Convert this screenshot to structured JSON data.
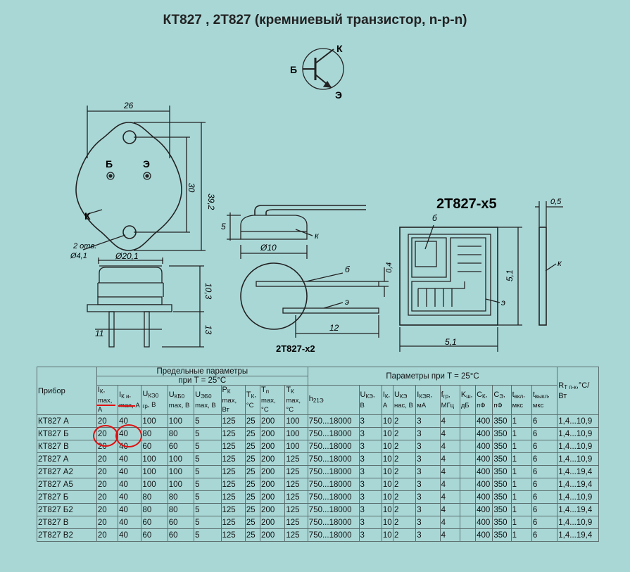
{
  "page": {
    "title": "КТ827 , 2Т827 (кремниевый транзистор, n-p-n)"
  },
  "drawing": {
    "pins": {
      "base": "Б",
      "collector": "К",
      "emitter": "Э"
    },
    "case_labels": {
      "width_top": "26",
      "height_total": "39,2",
      "height_inner": "30",
      "collector": "К",
      "holes_note_1": "2 отв.",
      "holes_note_2": "Ø4,1",
      "diam": "Ø20,1",
      "height_side": "10,3",
      "pin_len": "13",
      "pin_space": "11"
    },
    "mini_labels": {
      "height": "5",
      "diam": "Ø10",
      "k": "к",
      "b": "б",
      "e": "э",
      "len": "12",
      "thk": "0,4",
      "name": "2Т827-х2"
    },
    "chip_labels": {
      "name": "2Т827-х5",
      "b": "б",
      "e": "э",
      "k": "к",
      "width": "5,1",
      "height": "5,1",
      "thk": "0,5"
    }
  },
  "table": {
    "col_device": "Прибор",
    "group_limits": "Предельные параметры",
    "group_limits_sub": "при T = 25°C",
    "group_params": "Параметры при T = 25°C",
    "rth_main": "R",
    "rth_sub": "Т п-к",
    "rth_unit": ",°C/Вт",
    "headers": [
      {
        "m": "I",
        "s": "К",
        "u": ", max, А"
      },
      {
        "m": "I",
        "s": "К и",
        "u": ", max, А"
      },
      {
        "m": "U",
        "s": "КЭ0 гр",
        "u": ", В"
      },
      {
        "m": "U",
        "s": "КБ0",
        "u": " max, В"
      },
      {
        "m": "U",
        "s": "ЭБ0",
        "u": " max, В"
      },
      {
        "m": "P",
        "s": "К",
        "u": " max, Вт"
      },
      {
        "m": "T",
        "s": "К",
        "u": ", °С"
      },
      {
        "m": "T",
        "s": "п",
        "u": " max, °С"
      },
      {
        "m": "T",
        "s": "К",
        "u": " max, °С"
      },
      {
        "m": "h",
        "s": "21Э",
        "u": ""
      },
      {
        "m": "U",
        "s": "КЭ",
        "u": ", В"
      },
      {
        "m": "I",
        "s": "К",
        "u": ", А"
      },
      {
        "m": "U",
        "s": "КЭ",
        "u": " нас, В"
      },
      {
        "m": "I",
        "s": "КЭR",
        "u": ", мА"
      },
      {
        "m": "f",
        "s": "гр",
        "u": ", МГц"
      },
      {
        "m": "K",
        "s": "ш",
        "u": ", дБ"
      },
      {
        "m": "C",
        "s": "К",
        "u": ", пФ"
      },
      {
        "m": "C",
        "s": "Э",
        "u": ", пФ"
      },
      {
        "m": "t",
        "s": "вкл",
        "u": ", мкс"
      },
      {
        "m": "t",
        "s": "выкл",
        "u": ", мкс"
      }
    ],
    "rows": [
      [
        "КТ827 А",
        "20",
        "40",
        "100",
        "100",
        "5",
        "125",
        "25",
        "200",
        "100",
        "750...18000",
        "3",
        "10",
        "2",
        "3",
        "4",
        "",
        "400",
        "350",
        "1",
        "6",
        "1,4...10,9"
      ],
      [
        "КТ827 Б",
        "20",
        "40",
        "80",
        "80",
        "5",
        "125",
        "25",
        "200",
        "100",
        "750...18000",
        "3",
        "10",
        "2",
        "3",
        "4",
        "",
        "400",
        "350",
        "1",
        "6",
        "1,4...10,9"
      ],
      [
        "КТ827 В",
        "20",
        "40",
        "60",
        "60",
        "5",
        "125",
        "25",
        "200",
        "100",
        "750...18000",
        "3",
        "10",
        "2",
        "3",
        "4",
        "",
        "400",
        "350",
        "1",
        "6",
        "1,4...10,9"
      ],
      [
        "2Т827 А",
        "20",
        "40",
        "100",
        "100",
        "5",
        "125",
        "25",
        "200",
        "125",
        "750...18000",
        "3",
        "10",
        "2",
        "3",
        "4",
        "",
        "400",
        "350",
        "1",
        "6",
        "1,4...10,9"
      ],
      [
        "2Т827 А2",
        "20",
        "40",
        "100",
        "100",
        "5",
        "125",
        "25",
        "200",
        "125",
        "750...18000",
        "3",
        "10",
        "2",
        "3",
        "4",
        "",
        "400",
        "350",
        "1",
        "6",
        "1,4...19,4"
      ],
      [
        "2Т827 А5",
        "20",
        "40",
        "100",
        "100",
        "5",
        "125",
        "25",
        "200",
        "125",
        "750...18000",
        "3",
        "10",
        "2",
        "3",
        "4",
        "",
        "400",
        "350",
        "1",
        "6",
        "1,4...19,4"
      ],
      [
        "2Т827 Б",
        "20",
        "40",
        "80",
        "80",
        "5",
        "125",
        "25",
        "200",
        "125",
        "750...18000",
        "3",
        "10",
        "2",
        "3",
        "4",
        "",
        "400",
        "350",
        "1",
        "6",
        "1,4...10,9"
      ],
      [
        "2Т827 Б2",
        "20",
        "40",
        "80",
        "80",
        "5",
        "125",
        "25",
        "200",
        "125",
        "750...18000",
        "3",
        "10",
        "2",
        "3",
        "4",
        "",
        "400",
        "350",
        "1",
        "6",
        "1,4...19,4"
      ],
      [
        "2Т827 В",
        "20",
        "40",
        "60",
        "60",
        "5",
        "125",
        "25",
        "200",
        "125",
        "750...18000",
        "3",
        "10",
        "2",
        "3",
        "4",
        "",
        "400",
        "350",
        "1",
        "6",
        "1,4...10,9"
      ],
      [
        "2Т827 В2",
        "20",
        "40",
        "60",
        "60",
        "5",
        "125",
        "25",
        "200",
        "125",
        "750...18000",
        "3",
        "10",
        "2",
        "3",
        "4",
        "",
        "400",
        "350",
        "1",
        "6",
        "1,4...19,4"
      ]
    ]
  },
  "colors": {
    "background": "#a9d7d6",
    "annotation": "#e01010"
  }
}
